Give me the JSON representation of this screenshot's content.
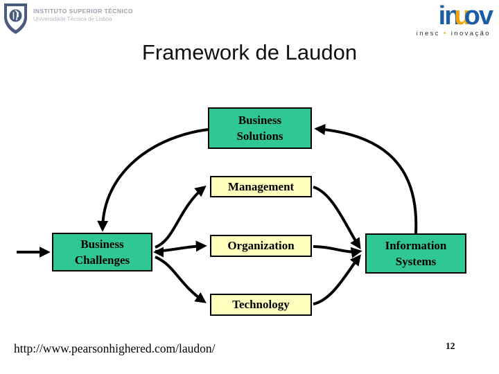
{
  "title": "Framework de Laudon",
  "header": {
    "ist": {
      "institution": "INSTITUTO SUPERIOR TÉCNICO",
      "university": "Universidade Técnica de Lisboa",
      "shield_color": "#4a5b7d"
    },
    "inov": {
      "word_in": "in",
      "word_u": "u",
      "word_ov": "ov",
      "tagline_inesc": "inesc",
      "tagline_sep": "•",
      "tagline_inovacao": "inovação",
      "blue": "#1a5da6",
      "orange": "#f2a30a"
    }
  },
  "diagram": {
    "colors": {
      "green_fill": "#2fc795",
      "yellow_fill": "#ffffbd",
      "stroke": "#000000"
    },
    "nodes": {
      "business_solutions": {
        "line1": "Business",
        "line2": "Solutions"
      },
      "management": {
        "label": "Management"
      },
      "business_challenges": {
        "line1": "Business",
        "line2": "Challenges"
      },
      "organization": {
        "label": "Organization"
      },
      "information_systems": {
        "line1": "Information",
        "line2": "Systems"
      },
      "technology": {
        "label": "Technology"
      }
    },
    "edges": [
      {
        "from": "left-margin",
        "to": "business_challenges"
      },
      {
        "from": "business_solutions",
        "to": "business_challenges"
      },
      {
        "from": "business_challenges",
        "to": "management"
      },
      {
        "from": "business_challenges",
        "to": "organization"
      },
      {
        "from": "business_challenges",
        "to": "technology"
      },
      {
        "from": "organization",
        "to": "business_challenges"
      },
      {
        "from": "management",
        "to": "information_systems"
      },
      {
        "from": "organization",
        "to": "information_systems"
      },
      {
        "from": "technology",
        "to": "information_systems"
      },
      {
        "from": "information_systems",
        "to": "business_solutions"
      }
    ]
  },
  "footer": {
    "url": "http://www.pearsonhighered.com/laudon/",
    "page_number": "12"
  }
}
